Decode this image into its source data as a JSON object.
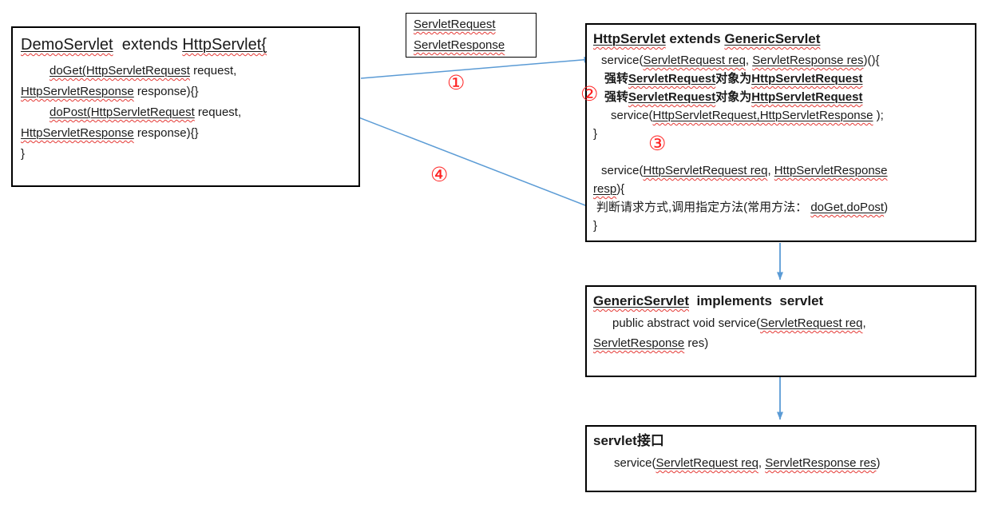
{
  "page": {
    "background": "#ffffff"
  },
  "colors": {
    "arrow": "#5b9bd5",
    "annotation": "#ff1f1f",
    "wavy": "#e53935",
    "text": "#1a1a1a",
    "border": "#000000"
  },
  "annotations": [
    {
      "name": "step-1",
      "label": "①"
    },
    {
      "name": "step-2",
      "label": "②"
    },
    {
      "name": "step-3",
      "label": "③"
    },
    {
      "name": "step-4",
      "label": "④"
    }
  ],
  "boxes": {
    "demo": {
      "title": [
        {
          "t": "DemoServlet",
          "u": 1
        },
        {
          "t": "  extends "
        },
        {
          "t": "HttpServlet{",
          "u": 1
        }
      ],
      "lines": [
        {
          "ind": 36,
          "seg": [
            {
              "t": "doGet(HttpServletRequest",
              "u": 1
            },
            {
              "t": " request,"
            }
          ]
        },
        {
          "ind": 0,
          "seg": [
            {
              "t": "HttpServletResponse",
              "u": 1
            },
            {
              "t": " response){}"
            }
          ]
        },
        {
          "ind": 36,
          "seg": [
            {
              "t": "doPost(HttpServletRequest",
              "u": 1
            },
            {
              "t": " request,"
            }
          ]
        },
        {
          "ind": 0,
          "seg": [
            {
              "t": "HttpServletResponse",
              "u": 1
            },
            {
              "t": " response){}"
            }
          ]
        },
        {
          "ind": 0,
          "seg": [
            {
              "t": "}"
            }
          ]
        }
      ]
    },
    "types": {
      "lines": [
        {
          "ind": 0,
          "seg": [
            {
              "t": "ServletRequest",
              "u": 1
            }
          ]
        },
        {
          "ind": 0,
          "seg": [
            {
              "t": "ServletResponse",
              "u": 1
            }
          ]
        }
      ]
    },
    "http": {
      "title": [
        {
          "t": "HttpServlet",
          "u": 1,
          "b": 1
        },
        {
          "t": " extends ",
          "b": 1
        },
        {
          "t": "GenericServlet",
          "u": 1,
          "b": 1
        }
      ],
      "lines": [
        {
          "ind": 10,
          "seg": [
            {
              "t": "service("
            },
            {
              "t": "ServletRequest req",
              "u": 1
            },
            {
              "t": ", "
            },
            {
              "t": "ServletResponse res",
              "u": 1
            },
            {
              "t": ")(){"
            }
          ]
        },
        {
          "ind": 14,
          "seg": [
            {
              "t": "强转",
              "b": 1
            },
            {
              "t": "ServletRequest",
              "u": 1,
              "b": 1
            },
            {
              "t": "对象为",
              "b": 1
            },
            {
              "t": "HttpServletRequest",
              "u": 1,
              "b": 1
            }
          ]
        },
        {
          "ind": 14,
          "seg": [
            {
              "t": "强转",
              "b": 1
            },
            {
              "t": "ServletRequest",
              "u": 1,
              "b": 1
            },
            {
              "t": "对象为",
              "b": 1
            },
            {
              "t": "HttpServletRequest",
              "u": 1,
              "b": 1
            }
          ]
        },
        {
          "ind": 22,
          "seg": [
            {
              "t": "service("
            },
            {
              "t": "HttpServletRequest,HttpServletResponse",
              "u": 1
            },
            {
              "t": " );"
            }
          ]
        },
        {
          "ind": 0,
          "seg": [
            {
              "t": "}"
            }
          ]
        },
        {
          "ind": 0,
          "seg": []
        },
        {
          "ind": 10,
          "seg": [
            {
              "t": "service("
            },
            {
              "t": "HttpServletRequest req",
              "u": 1
            },
            {
              "t": ", "
            },
            {
              "t": "HttpServletResponse",
              "u": 1
            }
          ]
        },
        {
          "ind": 0,
          "seg": [
            {
              "t": "resp",
              "u": 1
            },
            {
              "t": "){"
            }
          ]
        },
        {
          "ind": 4,
          "seg": [
            {
              "t": "判断请求方式,调用指定方法(常用方法："
            },
            {
              "t": " "
            },
            {
              "t": "doGet,doPost",
              "u": 1
            },
            {
              "t": ")"
            }
          ]
        },
        {
          "ind": 0,
          "seg": [
            {
              "t": "}"
            }
          ]
        }
      ]
    },
    "generic": {
      "title": [
        {
          "t": "GenericServlet",
          "u": 1,
          "b": 1
        },
        {
          "t": "  implements  servlet",
          "b": 1
        }
      ],
      "lines": [
        {
          "ind": 24,
          "seg": [
            {
              "t": "public abstract void service("
            },
            {
              "t": "ServletRequest req",
              "u": 1
            },
            {
              "t": ","
            }
          ]
        },
        {
          "ind": 0,
          "seg": [
            {
              "t": "ServletResponse",
              "u": 1
            },
            {
              "t": " res)"
            }
          ]
        }
      ]
    },
    "servlet": {
      "title": [
        {
          "t": "servlet接口",
          "b": 1
        }
      ],
      "lines": [
        {
          "ind": 26,
          "seg": [
            {
              "t": "service("
            },
            {
              "t": "ServletRequest req",
              "u": 1
            },
            {
              "t": ", "
            },
            {
              "t": "ServletResponse res",
              "u": 1
            },
            {
              "t": ")"
            }
          ]
        }
      ]
    }
  }
}
